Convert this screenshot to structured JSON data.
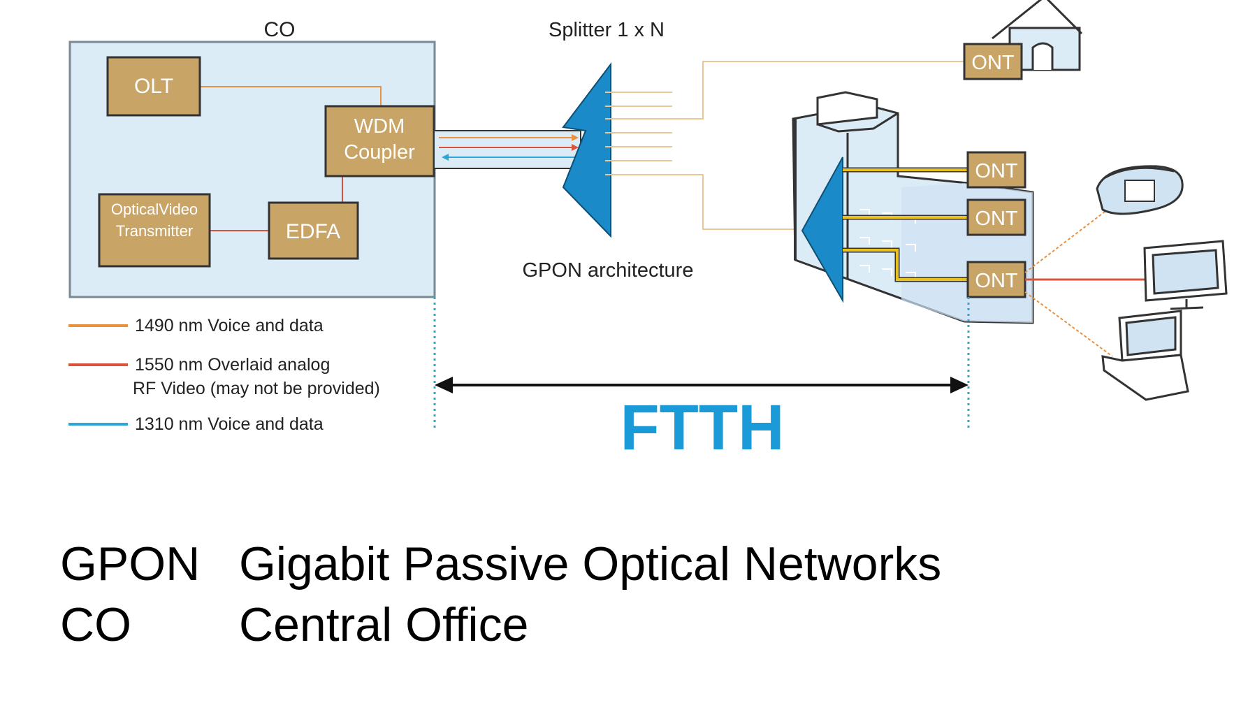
{
  "co": {
    "title": "CO",
    "olt": "OLT",
    "wdm_line1": "WDM",
    "wdm_line2": "Coupler",
    "ovt_line1": "OpticalVideo",
    "ovt_line2": "Transmitter",
    "edfa": "EDFA"
  },
  "splitter": {
    "label": "Splitter 1 x N",
    "caption": "GPON architecture"
  },
  "ont_label": "ONT",
  "span_label": "FTTH",
  "legend": [
    {
      "color": "#e8913e",
      "line1": "1490 nm Voice and data",
      "line2": ""
    },
    {
      "color": "#d9533a",
      "line1": "1550 nm Overlaid analog",
      "line2": "RF Video (may not be provided)"
    },
    {
      "color": "#2aa6d8",
      "line1": "1310 nm Voice and data",
      "line2": ""
    }
  ],
  "glossary": [
    {
      "abbr": "GPON",
      "full": "Gigabit Passive Optical Networks"
    },
    {
      "abbr": "CO",
      "full": "Central Office"
    }
  ],
  "colors": {
    "box_fill": "#c9a467",
    "co_bg": "#dcecf7",
    "splitter": "#1a8bc8",
    "ftth": "#1a9ad6",
    "cable_yellow": "#e8c020"
  }
}
